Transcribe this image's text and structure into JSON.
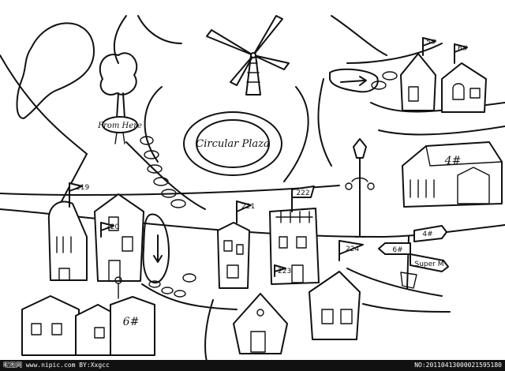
{
  "map": {
    "plaza_label": "Circular Plaza",
    "start_label": "From Here",
    "building_labels": {
      "b_221": "221",
      "b_222": "222",
      "b_223": "223",
      "b_224": "224",
      "b_220": "220",
      "b_219": "219",
      "b_5": "5#",
      "b_6top": "6#",
      "b_4": "4#",
      "b_6": "6#"
    },
    "signpost": {
      "arm_a": "4#",
      "arm_b": "6#",
      "arm_c": "Super M"
    }
  },
  "footer": {
    "left": "昵图网 www.nipic.com  BY:Xxgcc",
    "right": "NO:20110413000021595180"
  }
}
